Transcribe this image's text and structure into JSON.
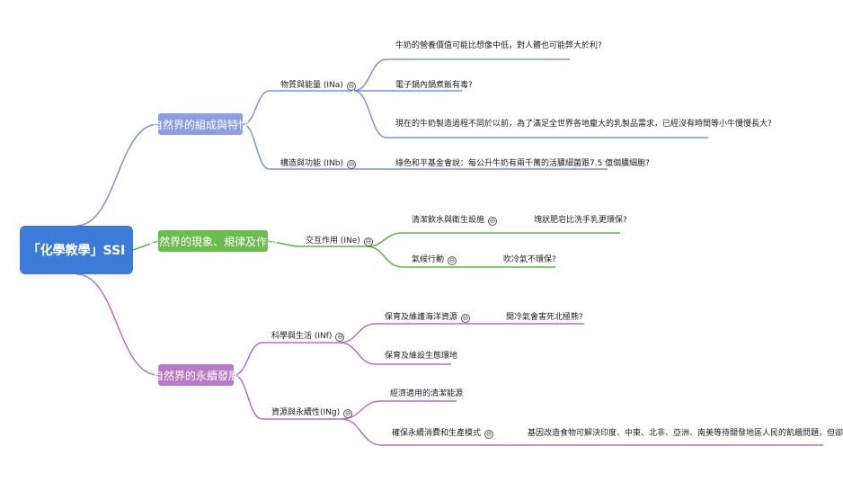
{
  "root": {
    "label": "「化學教學」SSI",
    "color": "#3d7bd9"
  },
  "colors": {
    "blue": "#7b93dd",
    "green": "#5fb346",
    "purple": "#b072c6"
  },
  "branches": [
    {
      "label": "自然界的組成與特性",
      "children": [
        {
          "label": "物質與能量 (INa)",
          "children": [
            "牛奶的營養價值可能比想像中低，對人體也可能弊大於利?",
            "電子鍋內鍋煮飯有毒?",
            "現在的牛奶製造過程不同於以前，為了滿足全世界各地龐大的乳製品需求，已經沒有時間等小牛慢慢長大?"
          ]
        },
        {
          "label": "構造與功能 (INb)",
          "children": [
            "綠色和平基金會說：每公升牛奶有兩千萬的活膿細菌跟7.5 億個膿細胞?"
          ]
        }
      ]
    },
    {
      "label": "自然界的現象、規律及作用",
      "children": [
        {
          "label": "交互作用 (INe)",
          "children": [
            {
              "label": "清潔飲水與衛生設施",
              "leaf": "塊狀肥皂比洗手乳更環保?"
            },
            {
              "label": "氣候行動",
              "leaf": "吹冷氣不環保?"
            }
          ]
        }
      ]
    },
    {
      "label": "自然界的永續發展",
      "children": [
        {
          "label": "科學與生活 (INf)",
          "children": [
            {
              "label": "保育及維護海洋資源",
              "leaf": "開冷氣會害死北極熊?"
            },
            {
              "label": "保育及維設生態環地"
            }
          ]
        },
        {
          "label": "資源與永續性(INg)",
          "children": [
            {
              "label": "經濟適用的清潔能源"
            },
            {
              "label": "確保永續消費和生產模式",
              "leaf": "基因改造食物可解決印度、中東、北非、亞洲、南美等待開發地區人民的飢餓問題，但卻危害人體?"
            }
          ]
        }
      ]
    }
  ],
  "collapse_symbol": "⊖"
}
